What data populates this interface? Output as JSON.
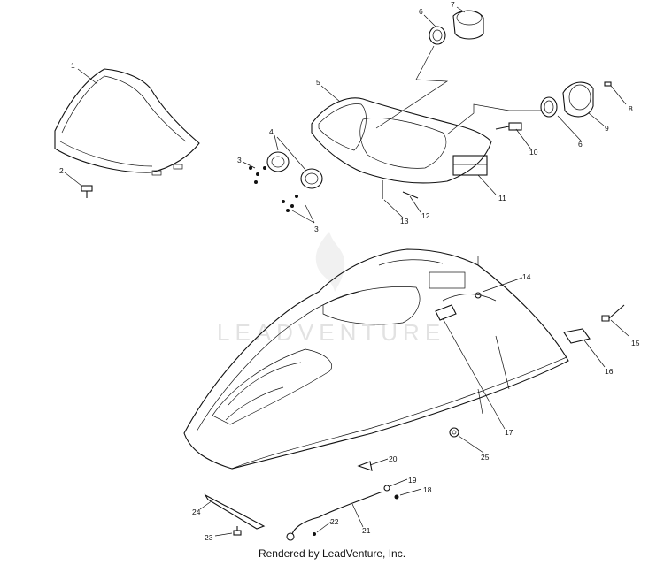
{
  "watermark": "LEADVENTURE",
  "footer": "Rendered by LeadVenture, Inc.",
  "callouts": [
    "1",
    "2",
    "3",
    "3",
    "4",
    "5",
    "6",
    "6",
    "7",
    "8",
    "9",
    "10",
    "11",
    "12",
    "13",
    "14",
    "15",
    "16",
    "17",
    "18",
    "19",
    "20",
    "21",
    "22",
    "23",
    "24",
    "25"
  ]
}
